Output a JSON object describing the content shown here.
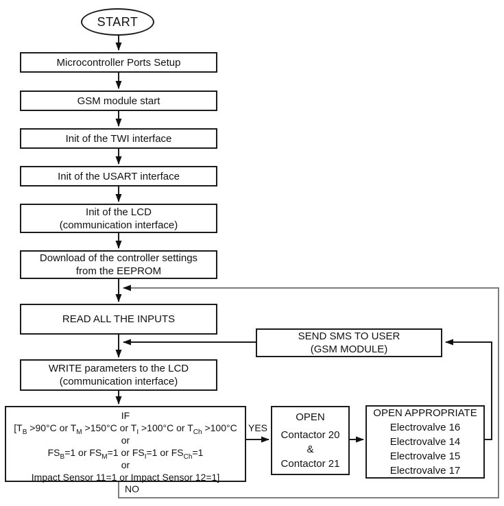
{
  "diagram": {
    "start_label": "START",
    "process_boxes": [
      {
        "label": "Microcontroller Ports Setup"
      },
      {
        "label": "GSM module start"
      },
      {
        "label": "Init of the TWI interface"
      },
      {
        "label": "Init of the USART interface"
      },
      {
        "label": "Init of the LCD\n(communication interface)"
      },
      {
        "label": "Download of the controller settings\nfrom the EEPROM"
      },
      {
        "label": "READ ALL THE INPUTS"
      },
      {
        "label": "WRITE parameters to the LCD\n(communication interface)"
      }
    ],
    "send_sms_box": {
      "label": "SEND SMS TO USER\n(GSM MODULE)"
    },
    "if_box": {
      "title": "IF",
      "condition_lines": [
        [
          {
            "t": "[T"
          },
          {
            "s": "B"
          },
          {
            "t": " >90°C or T"
          },
          {
            "s": "M"
          },
          {
            "t": " >150°C or T"
          },
          {
            "s": "I"
          },
          {
            "t": " >100°C or T"
          },
          {
            "s": "Ch"
          },
          {
            "t": " >100°C"
          }
        ],
        [
          {
            "t": "or"
          }
        ],
        [
          {
            "t": "FS"
          },
          {
            "s": "B"
          },
          {
            "t": "=1 or FS"
          },
          {
            "s": "M"
          },
          {
            "t": "=1 or FS"
          },
          {
            "s": "I"
          },
          {
            "t": "=1 or FS"
          },
          {
            "s": "Ch"
          },
          {
            "t": "=1"
          }
        ],
        [
          {
            "t": "or"
          }
        ],
        [
          {
            "t": "Impact Sensor 11=1 or Impact Sensor 12=1]"
          }
        ]
      ]
    },
    "open_contactor_box": {
      "title": "OPEN",
      "lines": "Contactor 20\n&\nContactor 21"
    },
    "electrovalve_box": {
      "title": "OPEN APPROPRIATE",
      "lines": "Electrovalve 16\nElectrovalve 14\nElectrovalve 15\nElectrovalve 17"
    },
    "branch_labels": {
      "yes": "YES",
      "no": "NO"
    },
    "colors": {
      "line": "#1b1b1b",
      "no_loop_line": "#7d7d7d",
      "arrowhead": "#111111"
    }
  }
}
